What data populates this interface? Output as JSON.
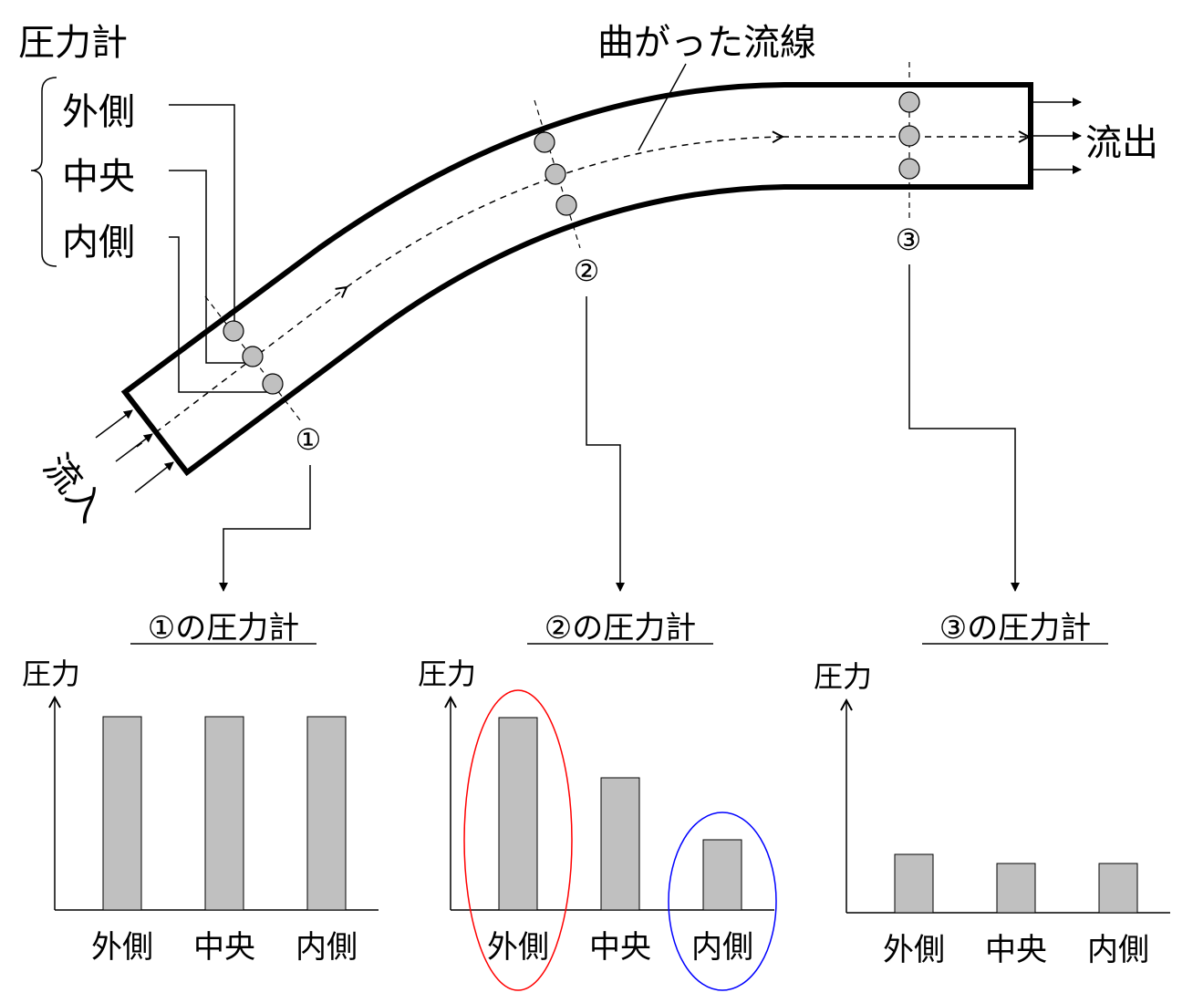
{
  "diagram": {
    "title": "圧力計",
    "gauge_labels": [
      "外側",
      "中央",
      "内側"
    ],
    "streamline_label": "曲がった流線",
    "inflow_label": "流入",
    "outflow_label": "流出",
    "stations": [
      "①",
      "②",
      "③"
    ]
  },
  "colors": {
    "bar": "#c0c0c0",
    "highlight_high": "#ff0000",
    "highlight_low": "#0000ff"
  },
  "chart_data": [
    {
      "type": "bar",
      "title": "①の圧力計",
      "ylabel": "圧力",
      "categories": [
        "外側",
        "中央",
        "内側"
      ],
      "values": [
        212,
        212,
        212
      ],
      "ylim": [
        0,
        235
      ]
    },
    {
      "type": "bar",
      "title": "②の圧力計",
      "ylabel": "圧力",
      "categories": [
        "外側",
        "中央",
        "内側"
      ],
      "values": [
        211,
        145,
        77
      ],
      "ylim": [
        0,
        235
      ],
      "highlight": {
        "外側": "#ff0000",
        "内側": "#0000ff"
      }
    },
    {
      "type": "bar",
      "title": "③の圧力計",
      "ylabel": "圧力",
      "categories": [
        "外側",
        "中央",
        "内側"
      ],
      "values": [
        64,
        54,
        54
      ],
      "ylim": [
        0,
        235
      ]
    }
  ]
}
